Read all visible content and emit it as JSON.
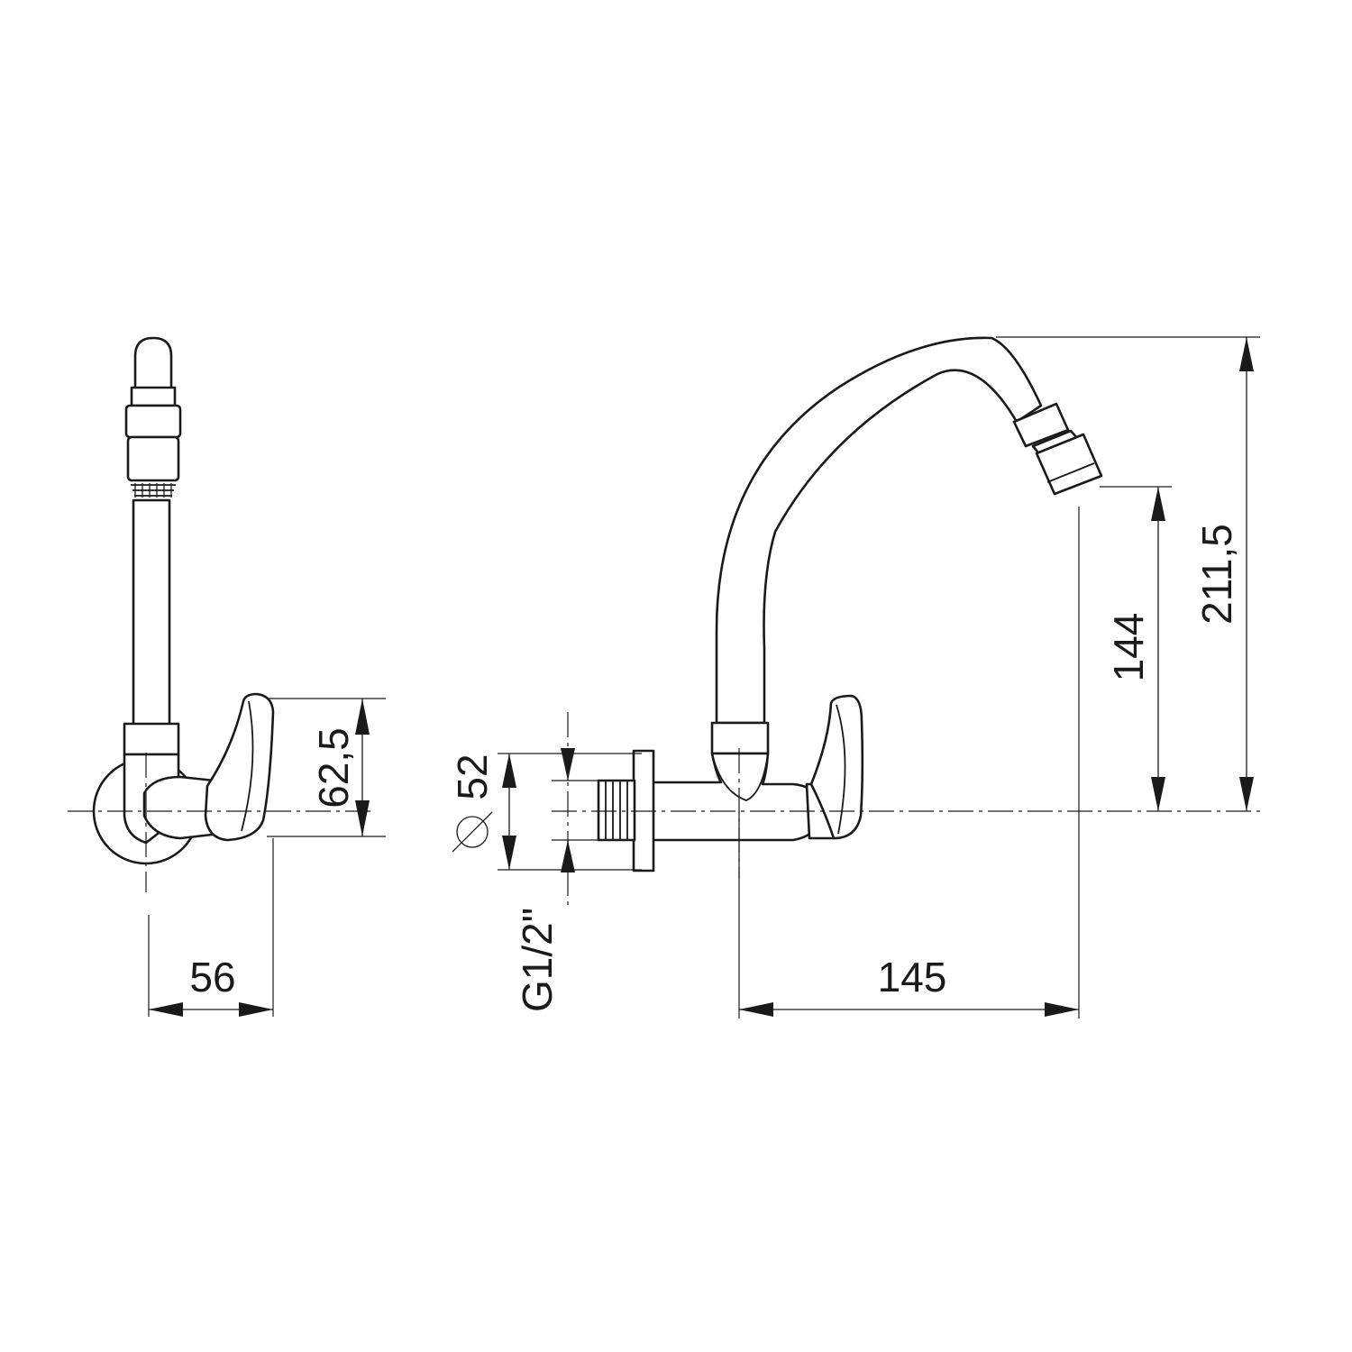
{
  "dimensions": {
    "side_width": "56",
    "side_height": "62,5",
    "flange_diameter": "52",
    "thread_size": "G1/2\"",
    "spout_reach": "145",
    "outlet_height": "144",
    "total_height": "211,5"
  },
  "colors": {
    "line": "#1a1a1a",
    "background": "#ffffff"
  }
}
